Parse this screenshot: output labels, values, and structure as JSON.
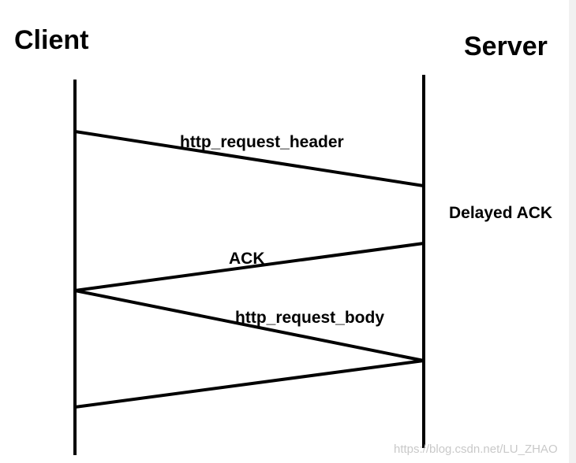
{
  "actors": {
    "client": "Client",
    "server": "Server"
  },
  "messages": [
    {
      "label": "http_request_header",
      "from": "client",
      "to": "server"
    },
    {
      "label": "ACK",
      "from": "server",
      "to": "client"
    },
    {
      "label": "http_request_body",
      "from": "client",
      "to": "server"
    },
    {
      "label": "",
      "from": "server",
      "to": "client"
    }
  ],
  "note": "Delayed ACK",
  "watermark": "https://blog.csdn.net/LU_ZHAO",
  "colors": {
    "lines": "#000000",
    "text": "#000000",
    "watermark": "#c9c9c9"
  }
}
